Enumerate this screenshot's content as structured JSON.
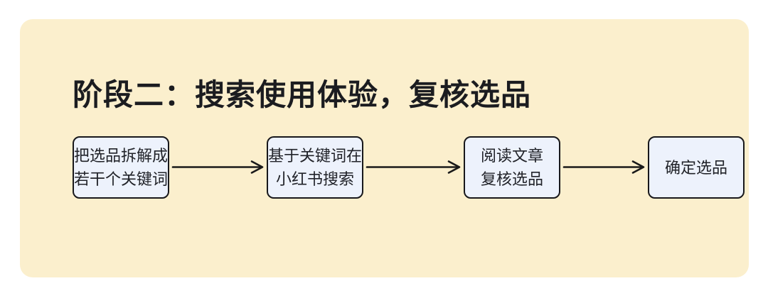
{
  "page": {
    "background_color": "#ffffff"
  },
  "card": {
    "background_color": "#fbefcd",
    "title": "阶段二：搜索使用体验，复核选品",
    "title_color": "#1b1c20"
  },
  "flowchart": {
    "node_fill_color": "#edf2fc",
    "node_border_color": "#18181b",
    "arrow_color": "#1a1a1a",
    "nodes": [
      {
        "line1": "把选品拆解成",
        "line2": "若干个关键词"
      },
      {
        "line1": "基于关键词在",
        "line2": "小红书搜索"
      },
      {
        "line1": "阅读文章",
        "line2": "复核选品"
      },
      {
        "line1": "确定选品"
      }
    ],
    "connections": [
      "step-1 → step-2",
      "step-2 → step-3",
      "step-3 → step-4"
    ]
  }
}
